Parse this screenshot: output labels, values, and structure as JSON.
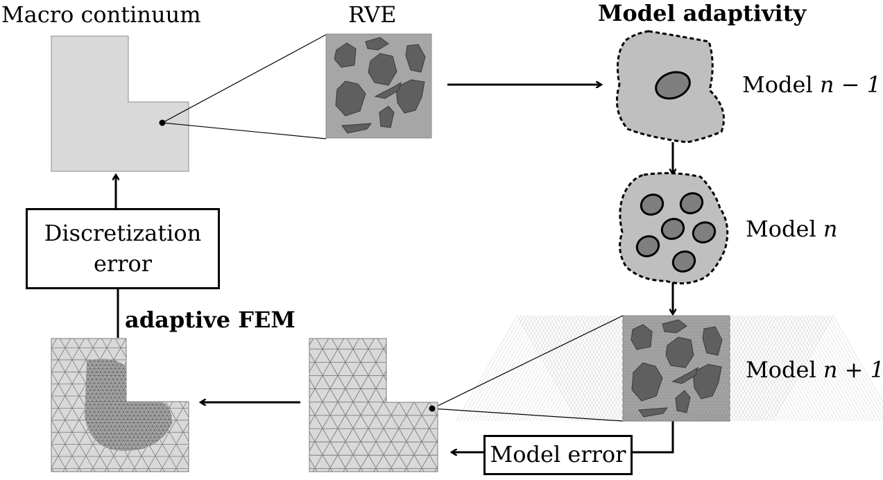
{
  "labels": {
    "macro": "Macro continuum",
    "rve": "RVE",
    "model_adaptivity": "Model adaptivity",
    "adaptive_fem": "adaptive FEM"
  },
  "models": [
    {
      "prefix": "Model ",
      "expr": "n − 1"
    },
    {
      "prefix": "Model ",
      "expr": "n"
    },
    {
      "prefix": "Model ",
      "expr": "n + 1"
    }
  ],
  "boxes": {
    "discretization_line1": "Discretization",
    "discretization_line2": "error",
    "model_error": "Model error"
  },
  "colors": {
    "domain_fill": "#d9d9d9",
    "rve_fill": "#a6a6a6",
    "inclusion_fill": "#5f5f5f",
    "blob_fill": "#bfbfbf",
    "ellipse_fill": "#7f7f7f",
    "mesh_line": "#7a7a7a",
    "stroke": "#000000"
  }
}
